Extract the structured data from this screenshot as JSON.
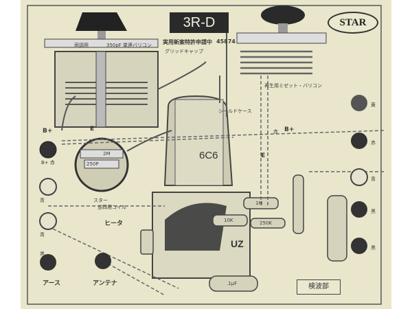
{
  "title": "3R-D",
  "brand": "STAR",
  "patent_note": "実用新案特許申請中",
  "model_number": "45874",
  "grid_cap_label": "グリッドキャップ",
  "tuning_capacitor": {
    "tag": "両調用",
    "label": "350pF 単連バリコン"
  },
  "regen_capacitor_label": "再生用ミゼット・バリコン",
  "shield_case_label": "シールドケース",
  "tube_label": "6C6",
  "rectifier_label": "UZ",
  "b_plus_left": "B+",
  "b_plus_right": "B+",
  "earth_label_e": "E",
  "earth_label_e2": "E",
  "coil": {
    "cap_value": "250P",
    "resistor": "2M",
    "label_line1": "スター",
    "label_line2": "並四用コイル"
  },
  "heater_label": "ヒータ",
  "resistors": [
    "1M",
    "10K",
    "250K"
  ],
  "capacitor_bottom": ".1μF",
  "terminals_left": [
    "B+ 赤",
    "青",
    "青",
    "黒"
  ],
  "terminals_right": [
    "黄",
    "赤",
    "青",
    "黒",
    "黒"
  ],
  "wire_color_red": "赤",
  "ground_label": "アース",
  "antenna_label": "アンテナ",
  "detector_label": "検波部",
  "colors": {
    "paper": "#e9e6cc",
    "ink": "#3a3a36",
    "dark": "#262624"
  }
}
